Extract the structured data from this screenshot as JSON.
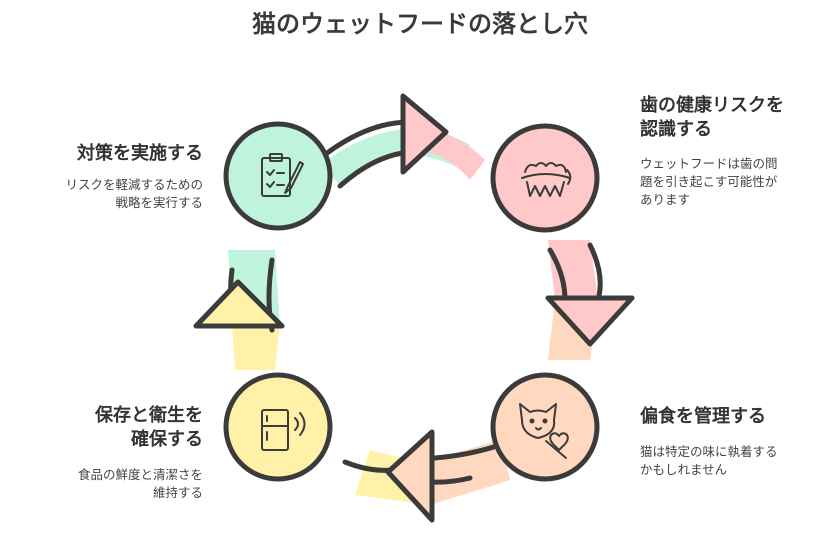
{
  "title": "猫のウェットフードの落とし穴",
  "colors": {
    "stroke": "#3b3b3b",
    "green": "#bff3dc",
    "pink": "#ffc9c9",
    "peach": "#ffd8bf",
    "yellow": "#fff1a8"
  },
  "steps": [
    {
      "id": "dental",
      "label_lines": [
        "歯の健康リスクを",
        "認識する"
      ],
      "desc_lines": [
        "ウェットフードは歯の問",
        "題を引き起こす可能性が",
        "あります"
      ],
      "icon": "teeth-icon",
      "color": "pink"
    },
    {
      "id": "picky",
      "label_lines": [
        "偏食を管理する"
      ],
      "desc_lines": [
        "猫は特定の味に執着する",
        "かもしれません"
      ],
      "icon": "cat-heart-icon",
      "color": "peach"
    },
    {
      "id": "storage",
      "label_lines": [
        "保存と衛生を",
        "確保する"
      ],
      "desc_lines": [
        "食品の鮮度と清潔さを",
        "維持する"
      ],
      "icon": "fridge-icon",
      "color": "yellow"
    },
    {
      "id": "measures",
      "label_lines": [
        "対策を実施する"
      ],
      "desc_lines": [
        "リスクを軽減するための",
        "戦略を実行する"
      ],
      "icon": "clipboard-icon",
      "color": "green"
    }
  ]
}
